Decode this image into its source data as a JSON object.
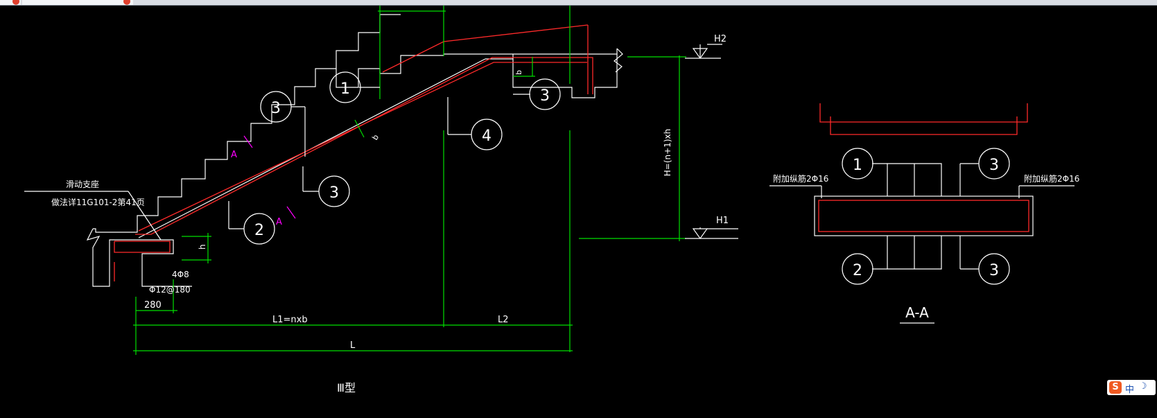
{
  "window": {
    "tabs": [
      {
        "label": ""
      },
      {
        "label": ""
      }
    ]
  },
  "drawing": {
    "balloons": {
      "main_1": "1",
      "main_3_top": "3",
      "main_3_right": "3",
      "main_4": "4",
      "main_3_mid": "3",
      "main_2": "2",
      "section_1": "1",
      "section_3_top": "3",
      "section_2": "2",
      "section_3_bottom": "3"
    },
    "dims": {
      "top_bay": "",
      "height_total": "H=(n+1)xh",
      "h": "h",
      "b": "b",
      "b_right": "b",
      "bearing_width": "280",
      "l1": "L1=nxb",
      "l2": "L2",
      "l": "L"
    },
    "elevations": {
      "upper": "H2",
      "lower": "H1"
    },
    "labels": {
      "support_title": "滑动支座",
      "support_ref": "做法详11G101-2第41页",
      "stirrups_4": "4Φ8",
      "stirrups_spacing": "Φ12@180",
      "type_title": "Ⅲ型",
      "section_mark_1": "A",
      "section_mark_2": "A",
      "section_title": "A-A",
      "extra_left": "附加纵筋2Φ16",
      "extra_right": "附加纵筋2Φ16",
      "bottom_cut_text": ""
    }
  },
  "ime": {
    "language": "中",
    "logo": "S",
    "mode_icon": "moon-icon"
  },
  "colors": {
    "background": "#000000",
    "geometry": "#ffffff",
    "rebar": "#ff2a2a",
    "dimension": "#00e000",
    "section_mark": "#ff00ff"
  }
}
